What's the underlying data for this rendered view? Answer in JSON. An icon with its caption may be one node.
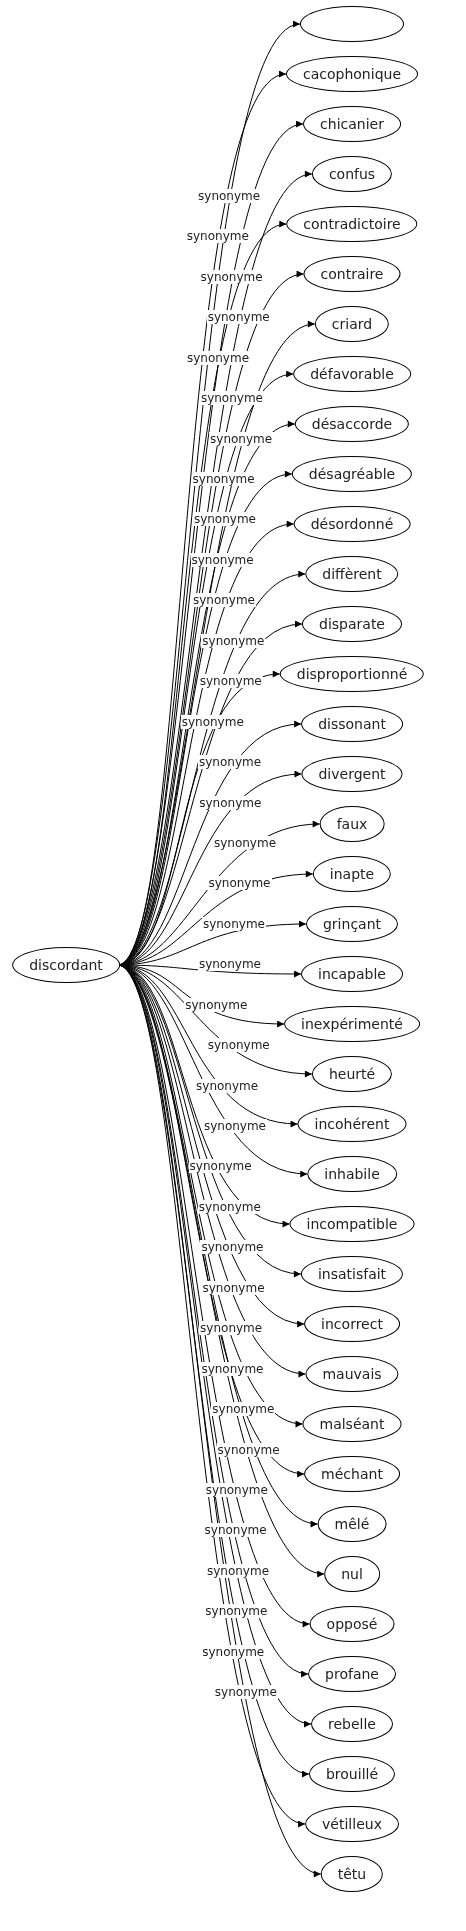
{
  "diagram": {
    "nodes": [
      {
        "text": [
          "discordant"
        ]
      },
      {
        "text": [],
        "shape": "ellipse"
      },
      {
        "text": [
          "cacophonique"
        ]
      },
      {
        "text": [
          "chicanier"
        ]
      },
      {
        "text": [
          "confus"
        ]
      },
      {
        "text": [
          "contradictoire"
        ]
      },
      {
        "text": [
          "contraire"
        ]
      },
      {
        "text": [
          "criard"
        ]
      },
      {
        "text": [
          "défavorable"
        ]
      },
      {
        "text": [
          "désaccorde"
        ]
      },
      {
        "text": [
          "désagréable"
        ]
      },
      {
        "text": [
          "désordonné"
        ]
      },
      {
        "text": [
          "diffèrent"
        ]
      },
      {
        "text": [
          "disparate"
        ]
      },
      {
        "text": [
          "disproportionné"
        ]
      },
      {
        "text": [
          "dissonant"
        ]
      },
      {
        "text": [
          "divergent"
        ]
      },
      {
        "text": [
          "faux"
        ]
      },
      {
        "text": [
          "inapte"
        ]
      },
      {
        "text": [
          "grinçant"
        ]
      },
      {
        "text": [
          "incapable"
        ]
      },
      {
        "text": [
          "inexpérimenté"
        ]
      },
      {
        "text": [
          "heurté"
        ]
      },
      {
        "text": [
          "incohérent"
        ]
      },
      {
        "text": [
          "inhabile"
        ]
      },
      {
        "text": [
          "incompatible"
        ]
      },
      {
        "text": [
          "insatisfait"
        ]
      },
      {
        "text": [
          "incorrect"
        ]
      },
      {
        "text": [
          "mauvais"
        ]
      },
      {
        "text": [
          "malséant"
        ]
      },
      {
        "text": [
          "méchant"
        ]
      },
      {
        "text": [
          "mêlé"
        ]
      },
      {
        "text": [
          "nul"
        ]
      },
      {
        "text": [
          "opposé"
        ]
      },
      {
        "text": [
          "profane"
        ]
      },
      {
        "text": [
          "rebelle"
        ]
      },
      {
        "text": [
          "brouillé"
        ]
      },
      {
        "text": [
          "vétilleux"
        ]
      },
      {
        "text": [
          "têtu"
        ]
      }
    ],
    "edges": [
      {
        "from": 0,
        "to": 1,
        "arrow": "to",
        "label": "synonyme"
      },
      {
        "from": 0,
        "to": 2,
        "arrow": "to",
        "label": "synonyme"
      },
      {
        "from": 0,
        "to": 3,
        "arrow": "to",
        "label": "synonyme"
      },
      {
        "from": 0,
        "to": 4,
        "arrow": "to",
        "label": "synonyme"
      },
      {
        "from": 0,
        "to": 5,
        "arrow": "to",
        "label": "synonyme"
      },
      {
        "from": 0,
        "to": 6,
        "arrow": "to",
        "label": "synonyme"
      },
      {
        "from": 0,
        "to": 7,
        "arrow": "to",
        "label": "synonyme"
      },
      {
        "from": 0,
        "to": 8,
        "arrow": "to",
        "label": "synonyme"
      },
      {
        "from": 0,
        "to": 9,
        "arrow": "to",
        "label": "synonyme"
      },
      {
        "from": 0,
        "to": 10,
        "arrow": "to",
        "label": "synonyme"
      },
      {
        "from": 0,
        "to": 11,
        "arrow": "to",
        "label": "synonyme"
      },
      {
        "from": 0,
        "to": 12,
        "arrow": "to",
        "label": "synonyme"
      },
      {
        "from": 0,
        "to": 13,
        "arrow": "to",
        "label": "synonyme"
      },
      {
        "from": 0,
        "to": 14,
        "arrow": "to",
        "label": "synonyme"
      },
      {
        "from": 0,
        "to": 15,
        "arrow": "to",
        "label": "synonyme"
      },
      {
        "from": 0,
        "to": 16,
        "arrow": "to",
        "label": "synonyme"
      },
      {
        "from": 0,
        "to": 17,
        "arrow": "to",
        "label": "synonyme"
      },
      {
        "from": 0,
        "to": 18,
        "arrow": "to",
        "label": "synonyme"
      },
      {
        "from": 0,
        "to": 19,
        "arrow": "to",
        "label": "synonyme"
      },
      {
        "from": 0,
        "to": 20,
        "arrow": "to",
        "label": "synonyme"
      },
      {
        "from": 0,
        "to": 21,
        "arrow": "to",
        "label": "synonyme"
      },
      {
        "from": 0,
        "to": 22,
        "arrow": "to",
        "label": "synonyme"
      },
      {
        "from": 0,
        "to": 23,
        "arrow": "to",
        "label": "synonyme"
      },
      {
        "from": 0,
        "to": 24,
        "arrow": "to",
        "label": "synonyme"
      },
      {
        "from": 0,
        "to": 25,
        "arrow": "to",
        "label": "synonyme"
      },
      {
        "from": 0,
        "to": 26,
        "arrow": "to",
        "label": "synonyme"
      },
      {
        "from": 0,
        "to": 27,
        "arrow": "to",
        "label": "synonyme"
      },
      {
        "from": 0,
        "to": 28,
        "arrow": "to",
        "label": "synonyme"
      },
      {
        "from": 0,
        "to": 29,
        "arrow": "to",
        "label": "synonyme"
      },
      {
        "from": 0,
        "to": 30,
        "arrow": "to",
        "label": "synonyme"
      },
      {
        "from": 0,
        "to": 31,
        "arrow": "to",
        "label": "synonyme"
      },
      {
        "from": 0,
        "to": 32,
        "arrow": "to",
        "label": "synonyme"
      },
      {
        "from": 0,
        "to": 33,
        "arrow": "to",
        "label": "synonyme"
      },
      {
        "from": 0,
        "to": 34,
        "arrow": "to",
        "label": "synonyme"
      },
      {
        "from": 0,
        "to": 35,
        "arrow": "to",
        "label": "synonyme"
      },
      {
        "from": 0,
        "to": 36,
        "arrow": "to",
        "label": "synonyme"
      },
      {
        "from": 0,
        "to": 37,
        "arrow": "to",
        "label": "synonyme"
      },
      {
        "from": 0,
        "to": 38,
        "arrow": "to",
        "label": "synonyme"
      }
    ]
  }
}
